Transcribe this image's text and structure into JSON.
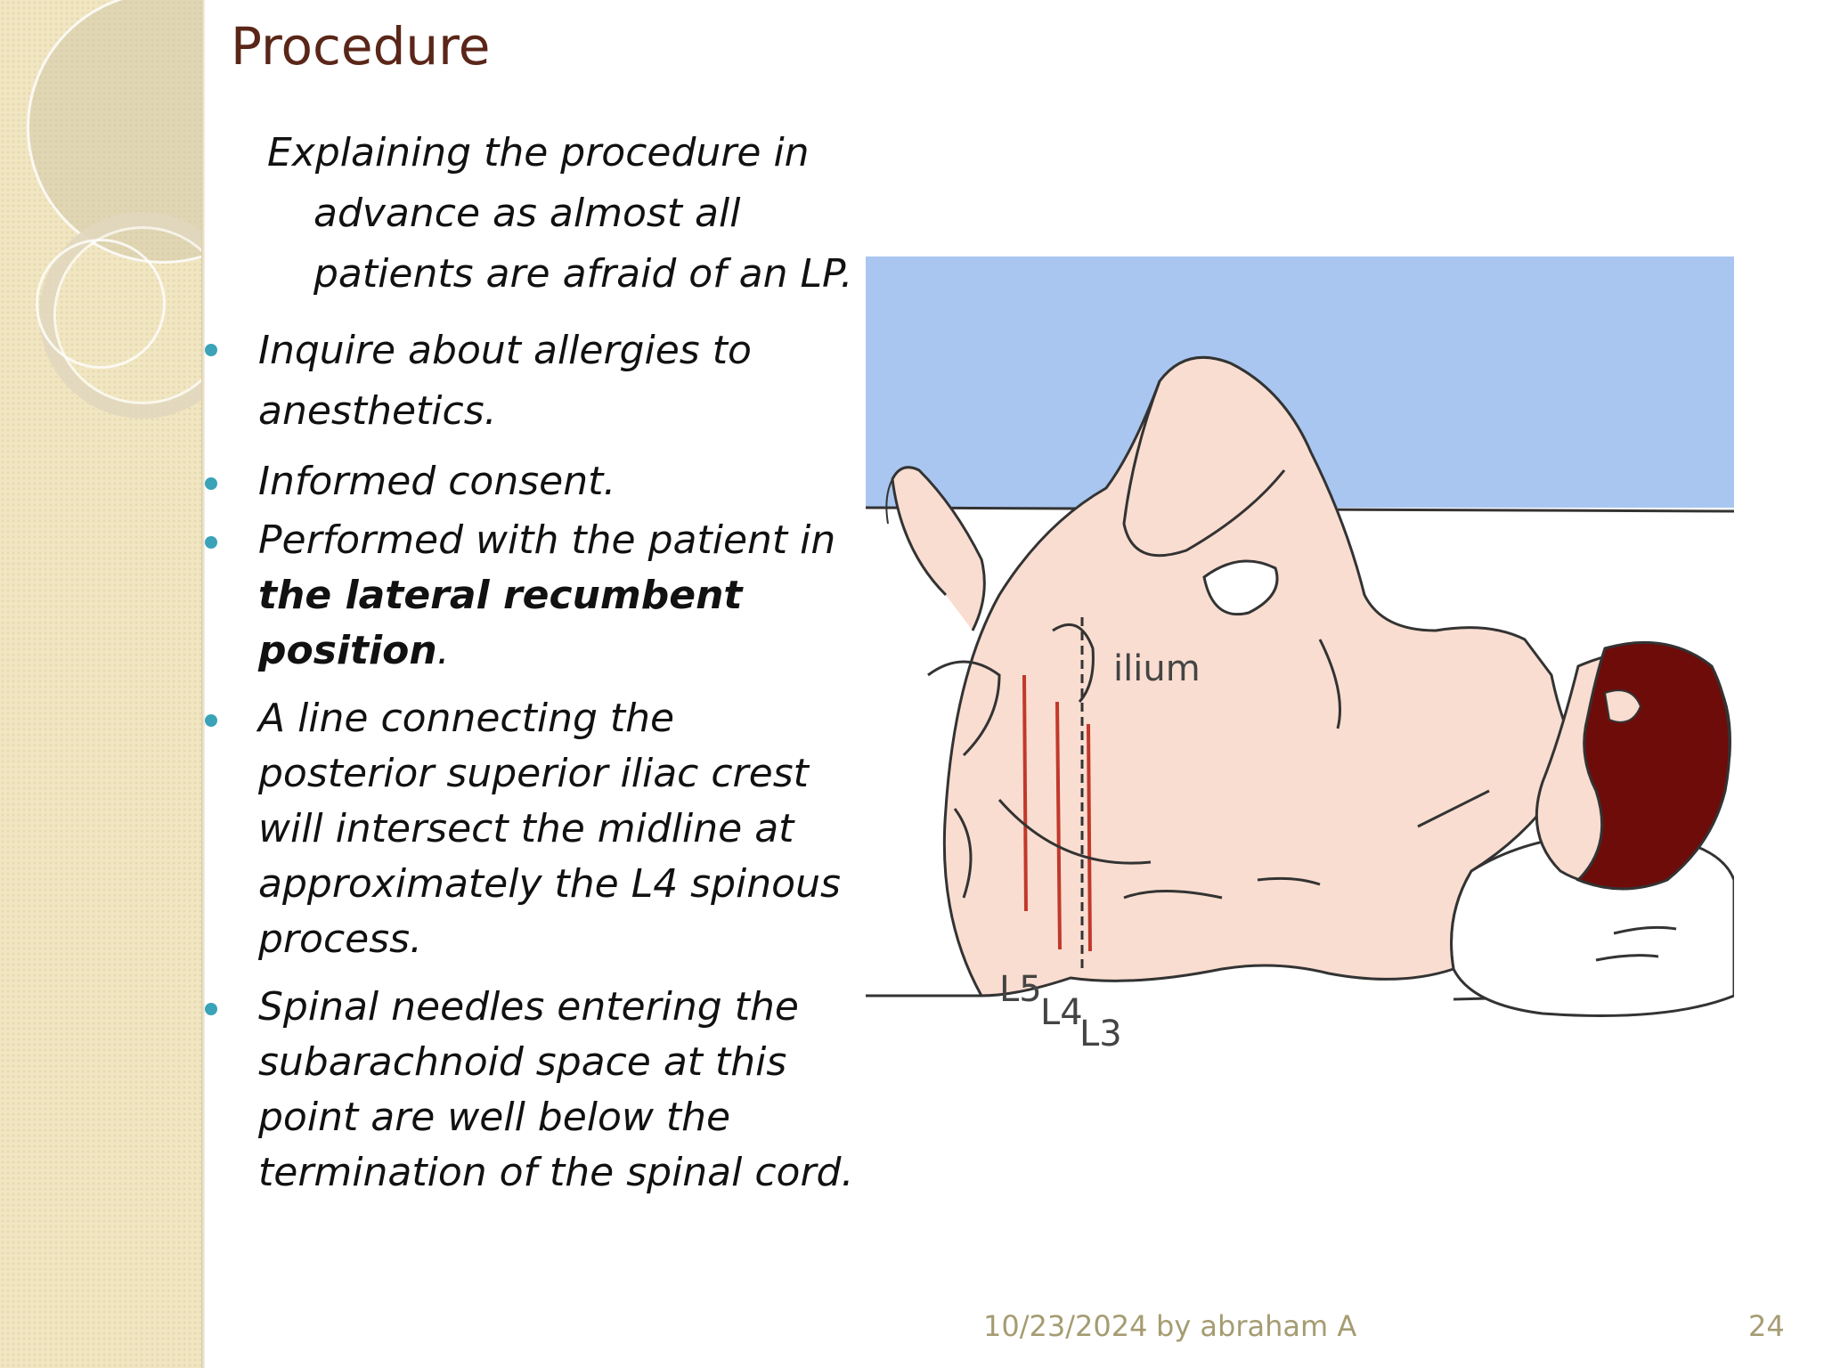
{
  "slide": {
    "title": "Procedure",
    "intro": "Explaining the procedure in advance as almost all patients are afraid of an LP.",
    "bullets": [
      {
        "text": "Inquire about allergies to anesthetics."
      },
      {
        "text": "Informed consent."
      },
      {
        "text_before": "Performed with the patient in ",
        "bold": "the lateral recumbent position",
        "text_after": "."
      },
      {
        "text": "A line connecting the posterior superior iliac crest will intersect the midline at approximately the L4 spinous process."
      },
      {
        "text": "Spinal needles entering the subarachnoid space at this point are well below the termination of the spinal cord."
      }
    ]
  },
  "figure": {
    "labels": {
      "ilium": "ilium",
      "l5": "L5",
      "l4": "L4",
      "l3": "L3"
    },
    "colors": {
      "wall": "#a9c6f0",
      "skin": "#f9ddd0",
      "hair": "#6e0c0a",
      "needle": "#c0392b"
    }
  },
  "footer": {
    "date": "10/23/2024",
    "author": "by abraham A",
    "page": "24"
  },
  "theme": {
    "title_color": "#5a2618",
    "bullet_color": "#3aa3b8",
    "footer_color": "#a59c72",
    "band_color": "#f1e6c2"
  }
}
